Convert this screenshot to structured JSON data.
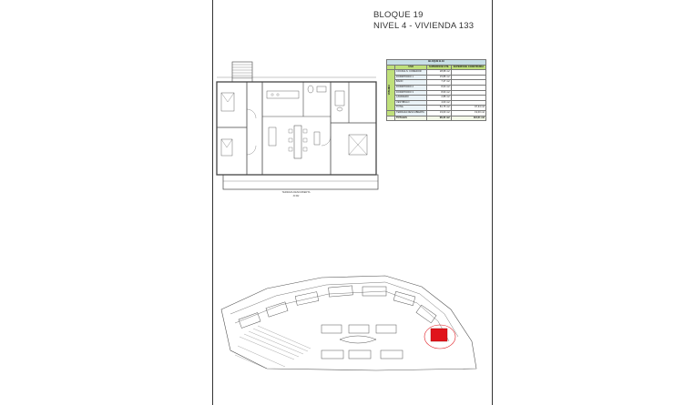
{
  "header": {
    "block": "BLOQUE 19",
    "level": "NIVEL 4 - VIVIENDA 133"
  },
  "floorplan": {
    "terrace_label": "TERRAZA DESCUBIERTA",
    "terrace_label_2": "30 M2"
  },
  "table": {
    "title": "BLOQUE B-19",
    "col_use": "USO",
    "col_useful": "SUPERFICIE UTIL",
    "col_built": "SUPERFICIE CONSTRUIDA",
    "side_label": "VIVIENDA",
    "rows": [
      {
        "label": "COCINA-S. COMEDOR",
        "useful": "28,68 m2",
        "built": ""
      },
      {
        "label": "DORMITORIO 1",
        "useful": "15,88 m2",
        "built": ""
      },
      {
        "label": "BAÑO",
        "useful": "7,47 m2",
        "built": ""
      },
      {
        "label": "DORMITORIO 2",
        "useful": "8,60 m2",
        "built": ""
      },
      {
        "label": "DORMITORIO 3",
        "useful": "8,60 m2",
        "built": ""
      },
      {
        "label": "LAVADERO",
        "useful": "2,88 m2",
        "built": ""
      },
      {
        "label": "VESTIBULO",
        "useful": "4,00 m2",
        "built": ""
      },
      {
        "label": "TOTAL",
        "useful": "81,75 m2",
        "built": "97,34 m2"
      }
    ],
    "terrace_row": {
      "label": "TERRAZA DESCUBIERTA",
      "useful": "19,00 m2",
      "built": "19,00 m2"
    },
    "totals_row": {
      "label": "TOTALES",
      "useful": "98,33 m2",
      "built": "116,61 m2"
    }
  },
  "colors": {
    "table_header": "#c8dfe6",
    "table_accent": "#bfe07a",
    "highlight": "#e0141b"
  }
}
